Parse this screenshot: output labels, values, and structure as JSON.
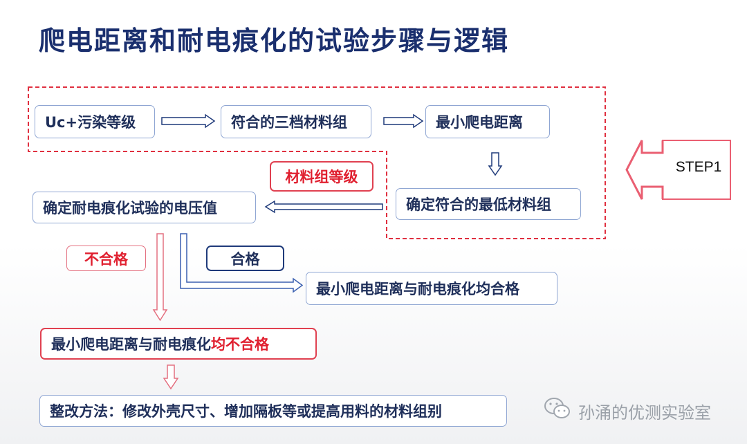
{
  "title": "爬电距离和耐电痕化的试验步骤与逻辑",
  "nodes": {
    "uc_pollution": "Uc+污染等级",
    "material_group_three": "符合的三档材料组",
    "min_creepage": "最小爬电距离",
    "lowest_material_group": "确定符合的最低材料组",
    "tracking_voltage": "确定耐电痕化试验的电压值",
    "both_pass": "最小爬电距离与耐电痕化均合格",
    "both_fail_prefix": "最小爬电距离与耐电痕化",
    "both_fail_suffix": "均不合格",
    "rectify": "整改方法：修改外壳尺寸、增加隔板等或提高用料的材料组别"
  },
  "labels": {
    "material_group_level": "材料组等级",
    "fail": "不合格",
    "pass": "合格",
    "step1": "STEP1"
  },
  "watermark": "孙涌的优测实验室",
  "colors": {
    "title": "#1a2f6e",
    "accent_red": "#e04050",
    "box_border": "#8fa6d3",
    "navy": "#1f3a7a"
  }
}
